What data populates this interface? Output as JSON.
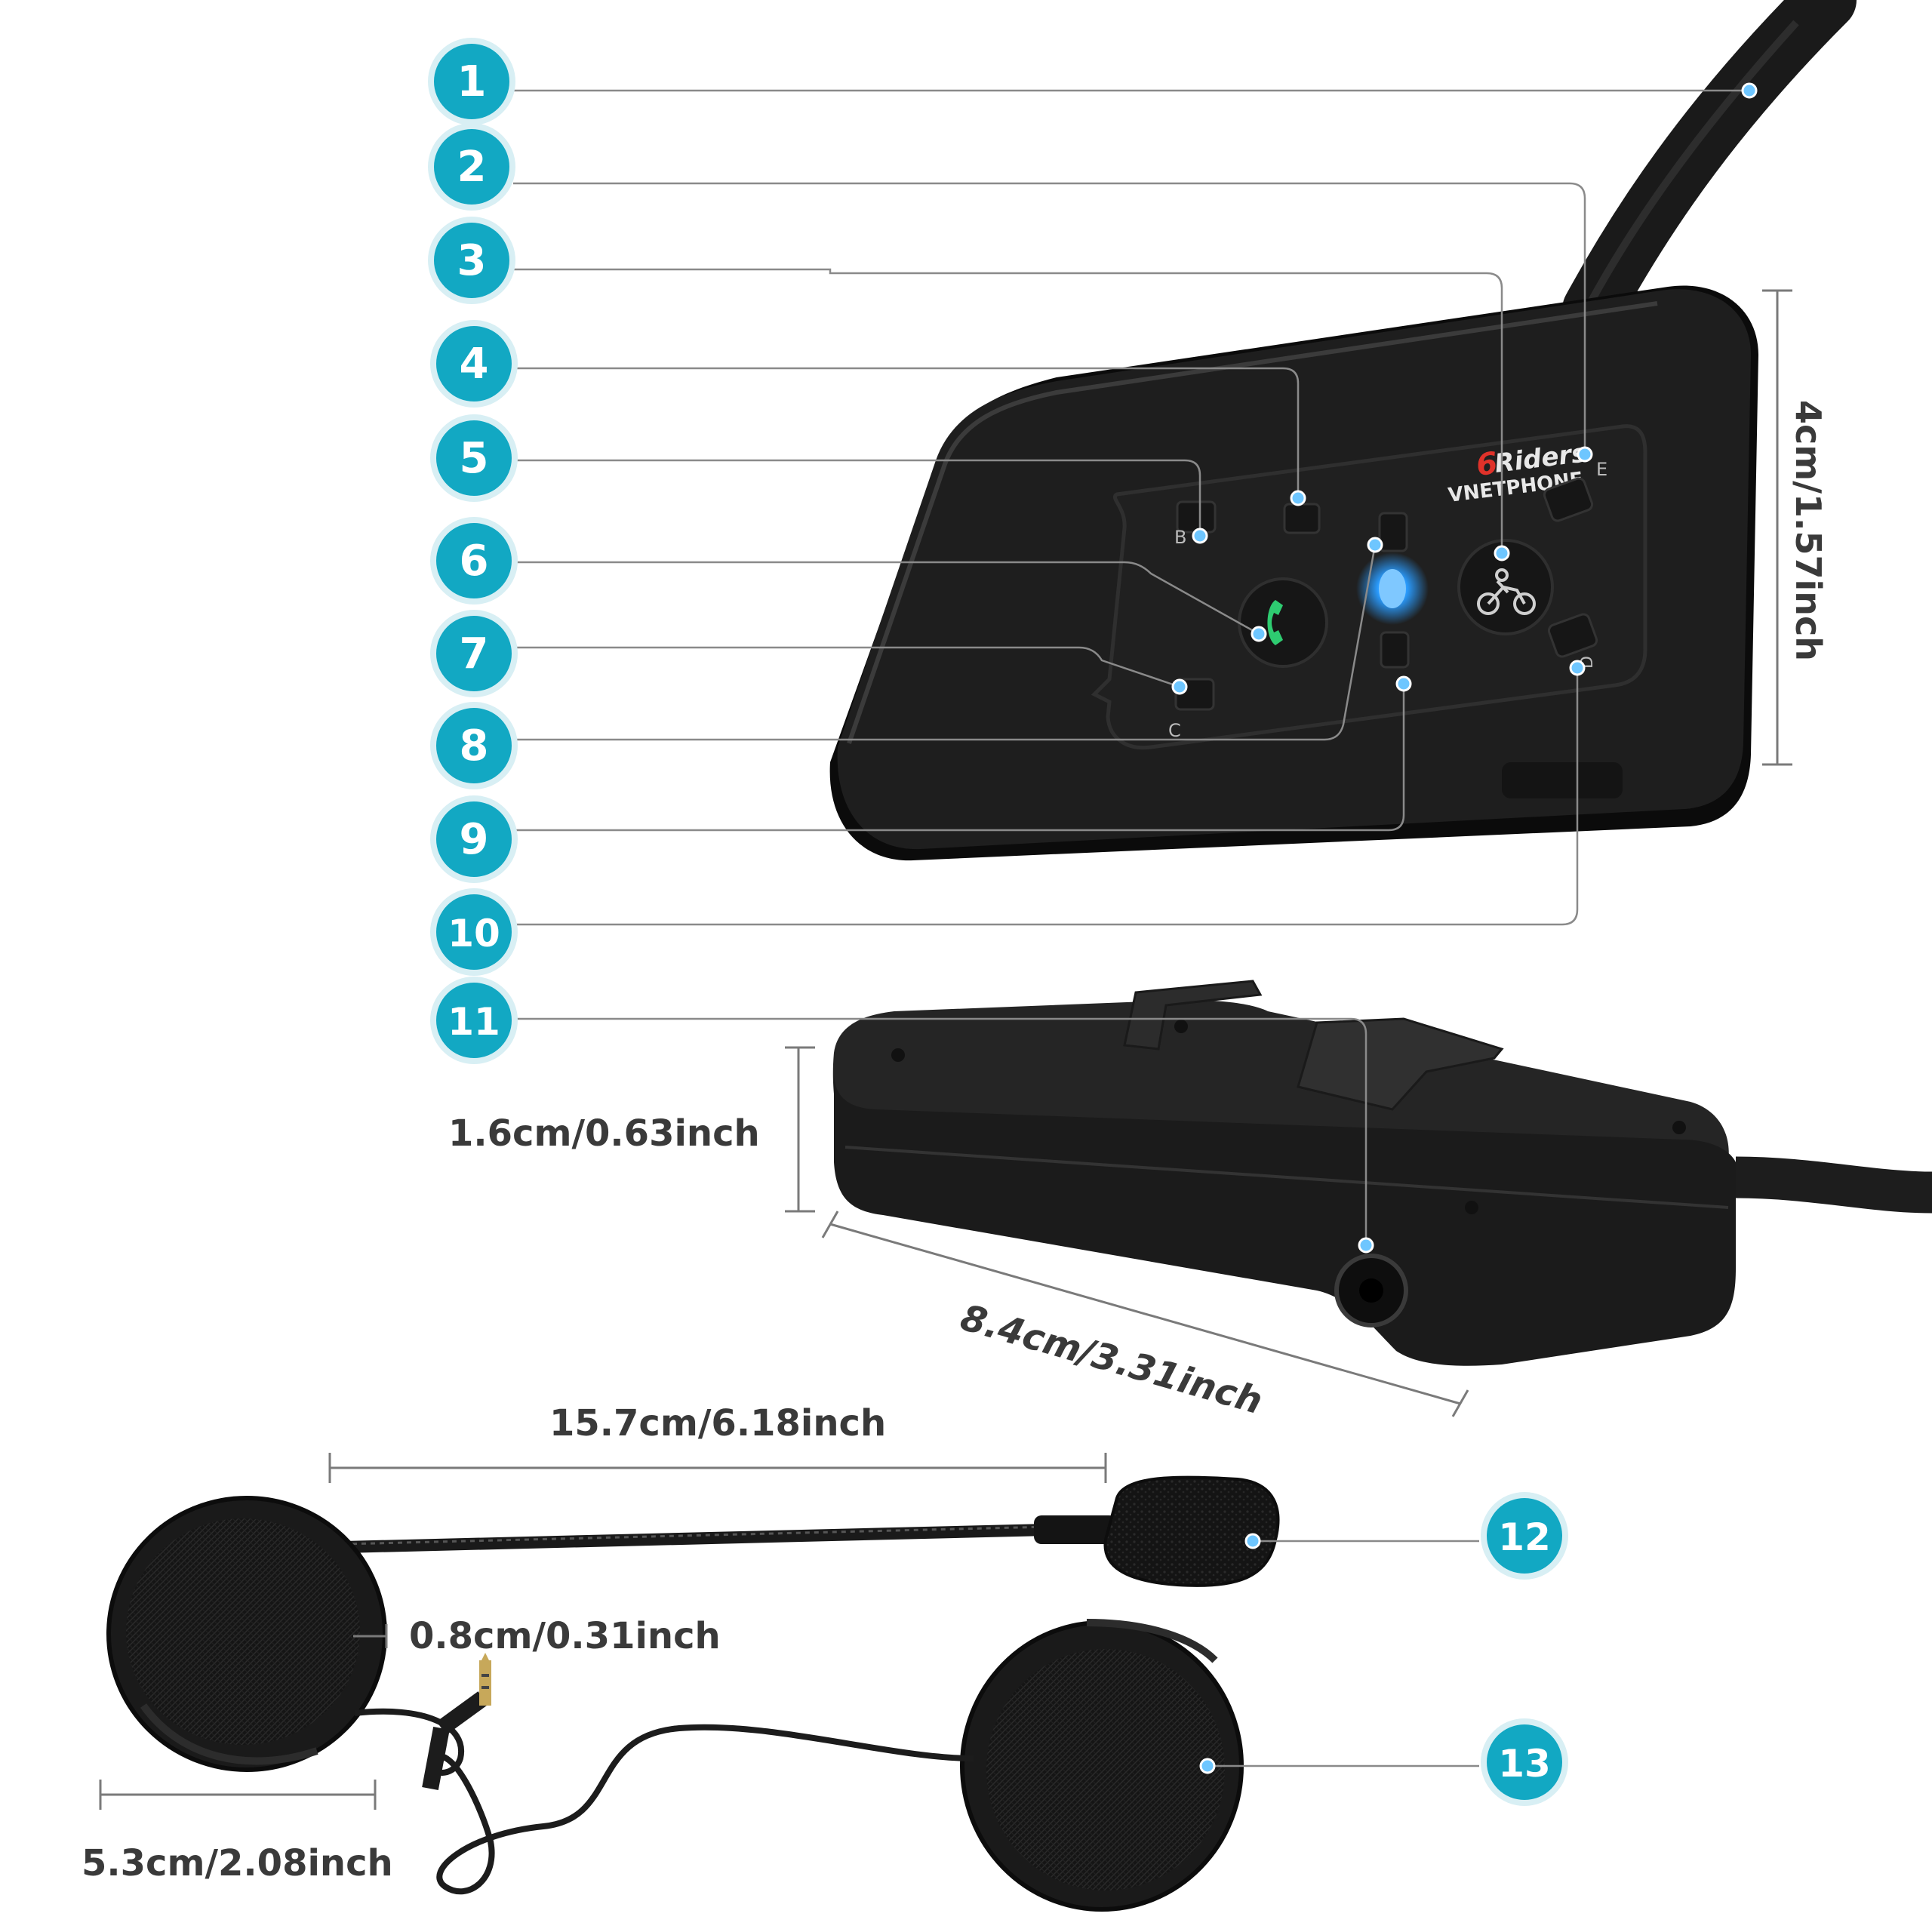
{
  "badges": [
    "1",
    "2",
    "3",
    "4",
    "5",
    "6",
    "7",
    "8",
    "9",
    "10",
    "11",
    "12",
    "13"
  ],
  "device": {
    "brand_number": "6",
    "brand_word": "Riders",
    "brand_name": "VNETPHONE",
    "button_labels": {
      "b": "B",
      "c": "C",
      "d": "D",
      "e": "E"
    }
  },
  "dimensions": {
    "height": "4cm/1.57inch",
    "thickness": "1.6cm/0.63inch",
    "length": "8.4cm/3.31inch",
    "boom_length": "15.7cm/6.18inch",
    "speaker_thickness": "0.8cm/0.31inch",
    "speaker_diameter": "5.3cm/2.08inch"
  },
  "colors": {
    "badge_fill": "#12a8c3",
    "badge_ring": "#d8eff4",
    "device_body": "#1c1c1c",
    "accent_brand": "#e0322a",
    "call_icon": "#2ecc71",
    "led": "#2a9cff",
    "leader_line": "#8a8a8a"
  }
}
